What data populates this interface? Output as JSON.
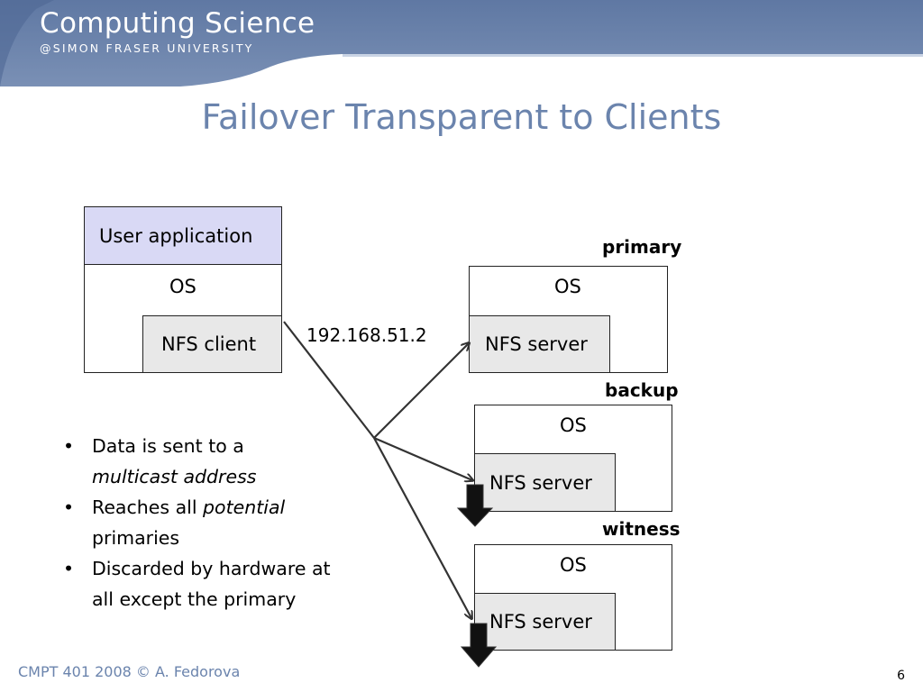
{
  "header": {
    "brand_main": "Computing Science",
    "brand_sub": "@SIMON FRASER UNIVERSITY"
  },
  "slide": {
    "title": "Failover Transparent to Clients"
  },
  "diagram": {
    "client": {
      "app_label": "User application",
      "os_label": "OS",
      "nfs_label": "NFS client"
    },
    "multicast_address": "192.168.51.2",
    "servers": [
      {
        "role": "primary",
        "os_label": "OS",
        "nfs_label": "NFS server"
      },
      {
        "role": "backup",
        "os_label": "OS",
        "nfs_label": "NFS server"
      },
      {
        "role": "witness",
        "os_label": "OS",
        "nfs_label": "NFS server"
      }
    ]
  },
  "bullets": [
    {
      "text_before": "Data is sent to a ",
      "emphasis": "multicast address",
      "text_after": ""
    },
    {
      "text_before": "Reaches all ",
      "emphasis": "potential",
      "text_after": " primaries"
    },
    {
      "text_before": "Discarded by hardware at all except the primary",
      "emphasis": "",
      "text_after": ""
    }
  ],
  "footer": {
    "left": "CMPT 401 2008  © A. Fedorova",
    "page_number": "6"
  },
  "colors": {
    "header_band": "#6f86ad",
    "title": "#6b84ad",
    "app_box": "#d9d9f5",
    "nfs_box": "#e8e8e8"
  }
}
